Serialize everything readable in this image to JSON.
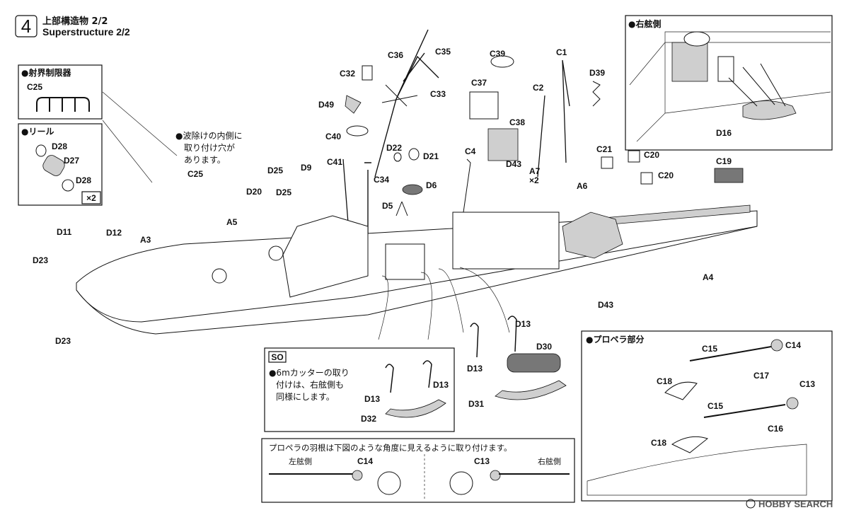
{
  "step": {
    "number": "4",
    "title_jp": "上部構造物 2/2",
    "title_en": "Superstructure 2/2"
  },
  "insets": {
    "fire_limiter": {
      "title": "●射界制限器",
      "part": "C25"
    },
    "reel": {
      "title": "●リール",
      "parts": [
        "D28",
        "D27",
        "D28"
      ],
      "qty": "×2"
    },
    "starboard": {
      "title": "●右舷側",
      "part": "D16"
    },
    "propeller": {
      "title": "●プロペラ部分",
      "parts": [
        "C15",
        "C14",
        "C17",
        "C18",
        "C13",
        "C15",
        "C16",
        "C18"
      ]
    },
    "cutter": {
      "badge": "SO",
      "text_lines": [
        "●6mカッターの取り",
        "付けは、右舷側も",
        "同様にします。"
      ],
      "parts": [
        "D13",
        "D13",
        "D32"
      ]
    },
    "prop_note": {
      "text": "プロペラの羽根は下図のような角度に見えるように取り付けます。",
      "left_side": "左舷側",
      "right_side": "右舷側",
      "left_part": "C14",
      "right_part": "C13"
    }
  },
  "note_breakwater": [
    "●波除けの内側に",
    "取り付け穴が",
    "あります。"
  ],
  "labels": {
    "c36": "C36",
    "c35": "C35",
    "c32": "C32",
    "c33": "C33",
    "d49": "D49",
    "c40": "C40",
    "c41": "C41",
    "d22": "D22",
    "d21": "D21",
    "c34": "C34",
    "d6": "D6",
    "d5": "D5",
    "c39": "C39",
    "c37": "C37",
    "c38": "C38",
    "c4": "C4",
    "d43a": "D43",
    "a7": "A7",
    "x2": "×2",
    "c1": "C1",
    "c2": "C2",
    "d39": "D39",
    "c21": "C21",
    "c20a": "C20",
    "c20b": "C20",
    "c19": "C19",
    "a6": "A6",
    "a4": "A4",
    "d43b": "D43",
    "c25": "C25",
    "d25a": "D25",
    "d9": "D9",
    "d20": "D20",
    "d25b": "D25",
    "a5": "A5",
    "a3": "A3",
    "d11": "D11",
    "d12": "D12",
    "d23a": "D23",
    "d23b": "D23",
    "d13a": "D13",
    "d13b": "D13",
    "d30": "D30",
    "d31": "D31"
  },
  "watermark": "HOBBY SEARCH",
  "watermark_icon": "copyright-icon"
}
